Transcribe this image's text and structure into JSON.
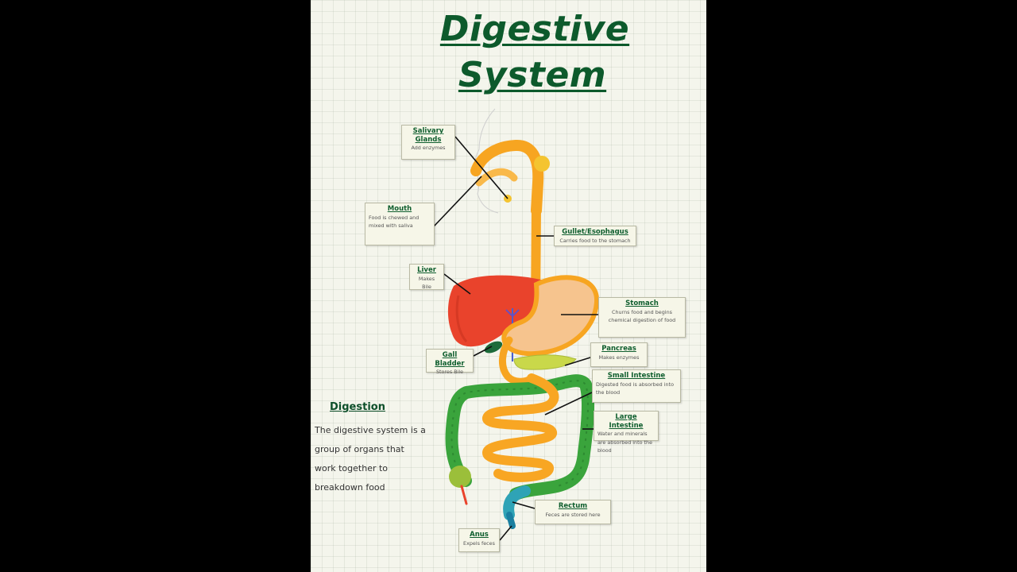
{
  "title": {
    "line1": "Digestive",
    "line2": "System"
  },
  "labels": {
    "salivary": {
      "name": "Salivary Glands",
      "desc": "Add enzymes"
    },
    "mouth": {
      "name": "Mouth",
      "desc": "Food is chewed and mixed with saliva"
    },
    "gullet": {
      "name": "Gullet/Esophagus",
      "desc": "Carries food to the stomach"
    },
    "liver": {
      "name": "Liver",
      "desc": "Makes Bile"
    },
    "stomach": {
      "name": "Stomach",
      "desc": "Churns food and begins chemical digestion of food"
    },
    "gall": {
      "name": "Gall Bladder",
      "desc": "Stores Bile"
    },
    "pancreas": {
      "name": "Pancreas",
      "desc": "Makes enzymes"
    },
    "small": {
      "name": "Small Intestine",
      "desc": "Digested food is absorbed into the blood"
    },
    "large": {
      "name": "Large Intestine",
      "desc": "Water and minerals are absorbed into the blood"
    },
    "rectum": {
      "name": "Rectum",
      "desc": "Feces are stored here"
    },
    "anus": {
      "name": "Anus",
      "desc": "Expels feces"
    }
  },
  "note": {
    "title": "Digestion",
    "body": "The digestive system is a group of organs that work together to breakdown food"
  },
  "colors": {
    "title": "#0d5a2c",
    "esophagus": "#f7a521",
    "liver": "#e9432c",
    "large_intestine": "#3aa43c",
    "small_intestine": "#f8a623",
    "pancreas": "#c9d84a",
    "rectum": "#2fa3b6"
  }
}
